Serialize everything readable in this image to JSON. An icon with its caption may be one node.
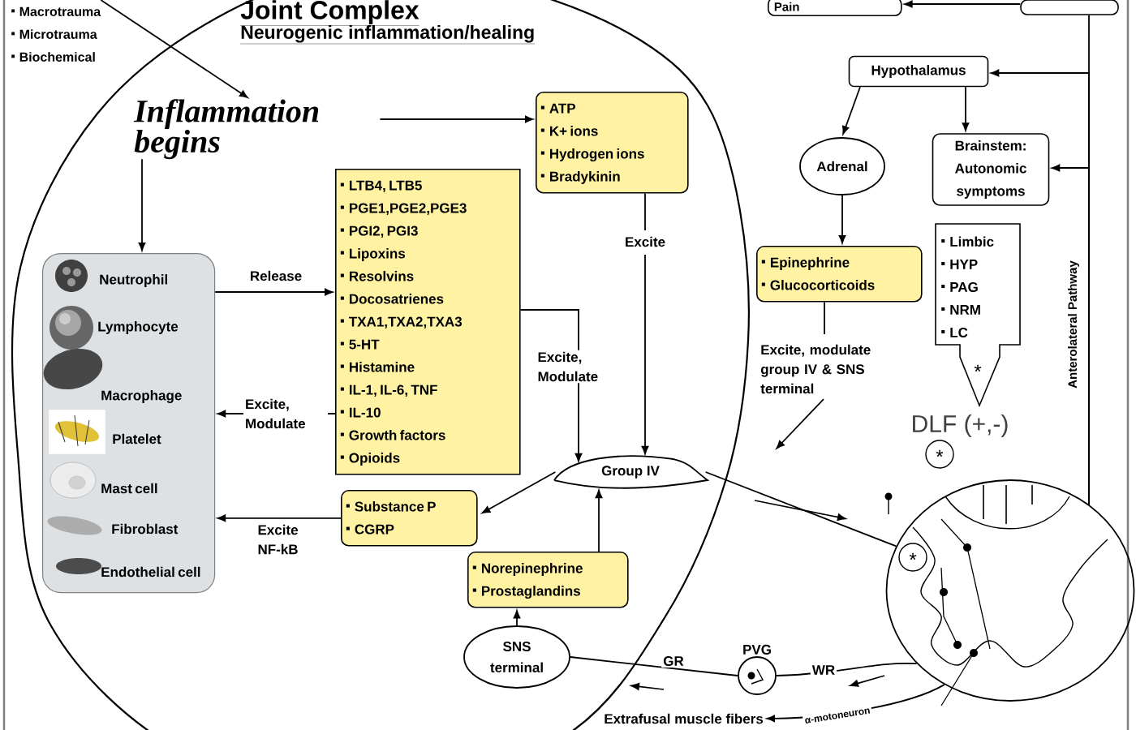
{
  "diagram": {
    "nodes": [
      {
        "text": [
          "Joint Complex",
          "Neurogenic inflammation/healing"
        ]
      },
      {
        "text": [
          "Macrotrauma",
          "Microtrauma",
          "Biochemical"
        ]
      },
      {
        "text": [
          "Inflammation begins"
        ],
        "in": 0
      },
      {
        "text": [
          "ATP",
          "K+ ions",
          "Hydrogen ions",
          "Bradykinin"
        ],
        "in": 0
      },
      {
        "text": [
          "LTB4, LTB5",
          "PGE1,PGE2,PGE3",
          "PGI2, PGI3",
          "Lipoxins",
          "Resolvins",
          "Docosatrienes",
          "TXA1,TXA2,TXA3",
          "5-HT",
          "Histamine",
          "IL-1, IL-6, TNF",
          "IL-10",
          "Growth factors",
          "Opioids"
        ],
        "in": 0
      },
      {
        "text": [
          "Neutrophil",
          "Lymphocyte",
          "Macrophage",
          "Platelet",
          "Mast cell",
          "Fibroblast",
          "Endothelial cell"
        ],
        "in": 0
      },
      {
        "text": [
          "Group IV"
        ],
        "in": 0
      },
      {
        "text": [
          "Substance P",
          "CGRP"
        ],
        "in": 0
      },
      {
        "text": [
          "Norepinephrine",
          "Prostaglandins"
        ],
        "in": 0
      },
      {
        "text": [
          "SNS terminal"
        ],
        "in": 0
      },
      {
        "text": [
          "Pain"
        ]
      },
      {
        "text": [],
        "shape": "box"
      },
      {
        "text": [
          "Hypothalamus"
        ]
      },
      {
        "text": [
          "Adrenal"
        ]
      },
      {
        "text": [
          "Brainstem: Autonomic symptoms"
        ]
      },
      {
        "text": [
          "Epinephrine",
          "Glucocorticoids"
        ]
      },
      {
        "text": [
          "Limbic",
          "HYP",
          "PAG",
          "NRM",
          "LC"
        ]
      },
      {
        "text": [
          "DLF (+,-)"
        ]
      },
      {
        "text": [],
        "shape": "circle"
      },
      {
        "text": [
          "PVG"
        ]
      },
      {
        "text": [
          "Extrafusal muscle fibers"
        ]
      }
    ],
    "edges": [
      {
        "from": 1,
        "to": 2,
        "arrow": "to"
      },
      {
        "from": 2,
        "to": 3,
        "arrow": "to"
      },
      {
        "from": 2,
        "to": 5,
        "arrow": "to"
      },
      {
        "from": 5,
        "to": 4,
        "arrow": "to",
        "label": "Release"
      },
      {
        "from": 4,
        "to": 5,
        "arrow": "to",
        "label": "Excite, Modulate"
      },
      {
        "from": 4,
        "to": 6,
        "arrow": "to",
        "label": "Excite, Modulate"
      },
      {
        "from": 3,
        "to": 6,
        "arrow": "to",
        "label": "Excite"
      },
      {
        "from": 6,
        "to": 7,
        "arrow": "to"
      },
      {
        "from": 8,
        "to": 6,
        "arrow": "to"
      },
      {
        "from": 9,
        "to": 8,
        "arrow": "to"
      },
      {
        "from": 7,
        "to": 5,
        "arrow": "to",
        "label": "Excite NF-kB"
      },
      {
        "from": 12,
        "to": 13,
        "arrow": "to"
      },
      {
        "from": 12,
        "to": 14,
        "arrow": "to"
      },
      {
        "from": 13,
        "to": 15,
        "arrow": "to"
      },
      {
        "from": 15,
        "to": null,
        "arrow": "to",
        "label": "Excite, modulate group IV & SNS terminal"
      },
      {
        "from": 6,
        "to": 18,
        "arrow": "none"
      },
      {
        "from": 18,
        "to": 19,
        "arrow": "none",
        "label": "WR"
      },
      {
        "from": 19,
        "to": 9,
        "arrow": "none",
        "label": "GR"
      },
      {
        "from": 18,
        "to": 20,
        "arrow": "to",
        "label": "α-motoneuron"
      },
      {
        "from": 18,
        "to": 12,
        "arrow": "to",
        "label": "Anterolateral Pathway"
      },
      {
        "from": 18,
        "to": 14,
        "arrow": "to"
      },
      {
        "from": 18,
        "to": 11,
        "arrow": "none"
      },
      {
        "from": 11,
        "to": 10,
        "arrow": "to"
      }
    ],
    "labels": [
      "*",
      "*",
      "*"
    ]
  }
}
